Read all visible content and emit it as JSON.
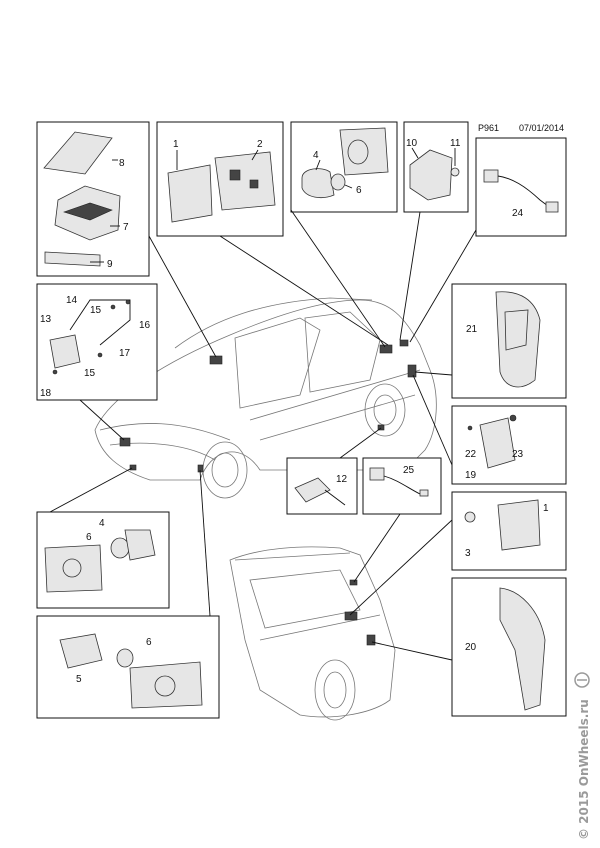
{
  "header": {
    "ref": "P961",
    "date": "07/01/2014"
  },
  "watermark": "© 2015 OnWheels.ru",
  "callouts": {
    "c1a": "1",
    "c2": "2",
    "c4a": "4",
    "c6a": "6",
    "c10": "10",
    "c11": "11",
    "c24": "24",
    "c8": "8",
    "c7": "7",
    "c9": "9",
    "c14": "14",
    "c13": "13",
    "c15a": "15",
    "c16": "16",
    "c17": "17",
    "c15b": "15",
    "c18": "18",
    "c21": "21",
    "c22": "22",
    "c23": "23",
    "c19": "19",
    "c12": "12",
    "c25": "25",
    "c1b": "1",
    "c3": "3",
    "c4b": "4",
    "c6b": "6",
    "c5": "5",
    "c6c": "6",
    "c20": "20"
  },
  "colors": {
    "line": "#111111",
    "car": "#777777",
    "part": "#e6e6e6",
    "watermark": "#9a9a9a"
  }
}
